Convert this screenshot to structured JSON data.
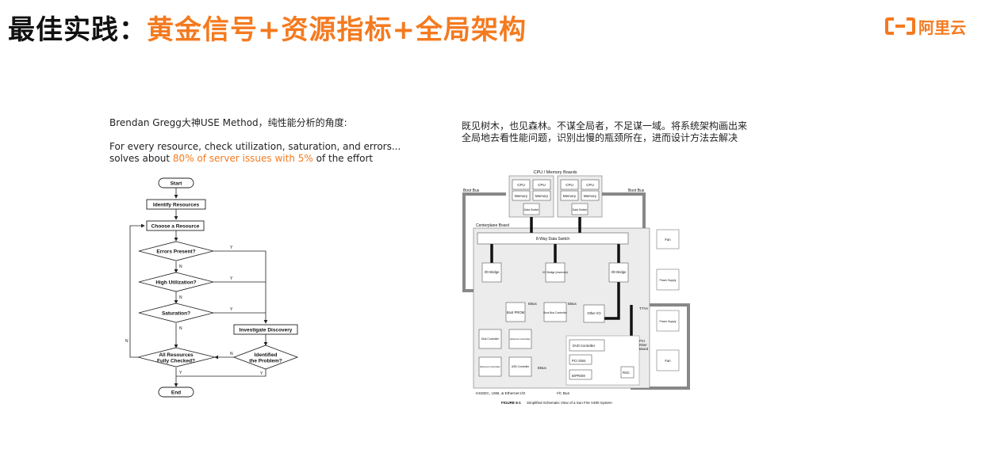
{
  "page": {
    "title_prefix": "最佳实践：",
    "title_highlight": "黄金信号+资源指标+全局架构",
    "logo_text": "阿里云",
    "accent_color": "#f47a1f"
  },
  "left": {
    "intro": "Brendan Gregg大神USE Method，纯性能分析的角度:",
    "line1": "For every resource, check utilization, saturation, and errors...",
    "line2_pre": "solves about ",
    "line2_highlight": "80% of server issues with 5%",
    "line2_post": " of the effort"
  },
  "flowchart": {
    "start": "Start",
    "identify": "Identify Resources",
    "choose": "Choose a Resource",
    "errors": "Errors Present?",
    "utilization": "High Utilization?",
    "saturation": "Saturation?",
    "investigate": "Investigate Discovery",
    "all_checked_1": "All Resources",
    "all_checked_2": "Fully Checked?",
    "identified_1": "Identified",
    "identified_2": "the Problem?",
    "end": "End",
    "yes": "Y",
    "no": "N"
  },
  "right": {
    "para1": "既见树木，也见森林。不谋全局者，不足谋一域。将系统架构画出来",
    "para2": "全局地去看性能问题，识别出慢的瓶颈所在，进而设计方法去解决"
  },
  "schematic": {
    "cpu_boards": "CPU / Memory Boards",
    "cpu": "CPU",
    "memory": "Memory",
    "data_switch": "Data Switch",
    "boot_bus": "Boot Bus",
    "centerplane": "Centerplane Board",
    "way_switch": "8-Way Data Switch",
    "io_bridge": "I/O Bridge",
    "io_bridge_reserved": "I/O Bridge (reserved)",
    "boot_prom": "Boot PROM",
    "ebus": "EBus",
    "boot_bus_controller": "Boot Bus Controller",
    "other_io": "Other I/O",
    "ttya": "TTYA",
    "disk_controller": "Disk Controller",
    "ethernet_controller": "Ethernet Controller",
    "usb_controller": "USB Controller",
    "dvd_controller": "DVD Controller",
    "pci_slots": "PCI Slots",
    "idprom": "IDPROM",
    "rsc": "RSC",
    "pci_riser_1": "PCI",
    "pci_riser_2": "Riser",
    "pci_riser_3": "Board",
    "fan": "Fan",
    "power_supply": "Power Supply",
    "bottom_bus": "HSSDC, USB, & Ethernet I/O",
    "i2c_bus": "I²C Bus",
    "figure_label": "FIGURE 6-1",
    "figure_caption": "Simplified Schematic View of a Sun Fire V480 System"
  }
}
